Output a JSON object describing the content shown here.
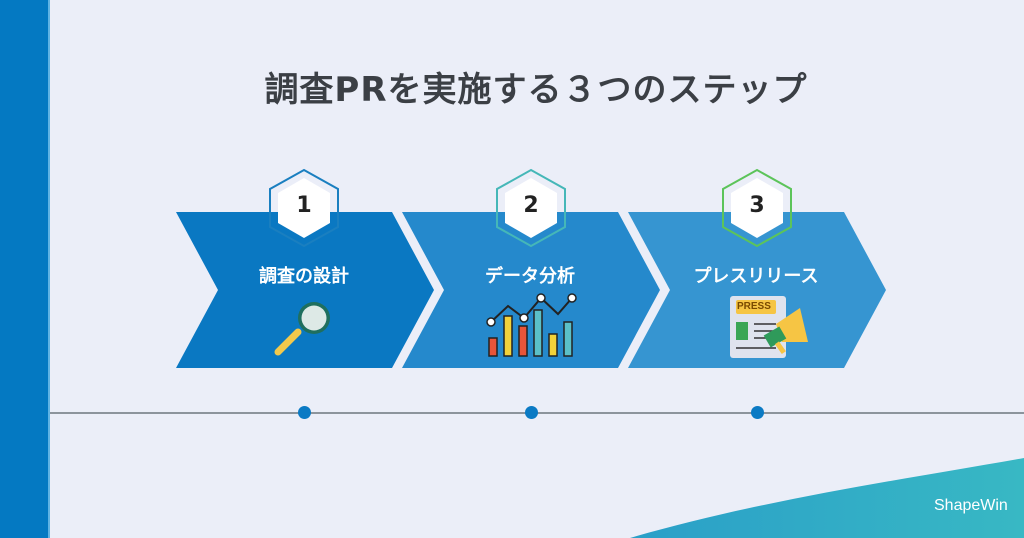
{
  "title": "調査PRを実施する３つのステップ",
  "colors": {
    "background": "#ebeef8",
    "left_bar": "#0479c2",
    "chevron_1": "#0a78c2",
    "chevron_2": "#2589cc",
    "chevron_3": "#3695d1",
    "hex_border_1": "#1a7fc0",
    "hex_border_2": "#45b7b8",
    "hex_border_3": "#5cc45a",
    "timeline": "#8c949c",
    "dot": "#0b7ac4",
    "wave": "#2ab0c4"
  },
  "steps": [
    {
      "number": "1",
      "label": "調査の設計",
      "icon": "magnifier-icon"
    },
    {
      "number": "2",
      "label": "データ分析",
      "icon": "bar-chart-icon"
    },
    {
      "number": "3",
      "label": "プレスリリース",
      "icon": "press-release-icon"
    }
  ],
  "press_badge": "PRESS",
  "logo": "ShapeWin"
}
